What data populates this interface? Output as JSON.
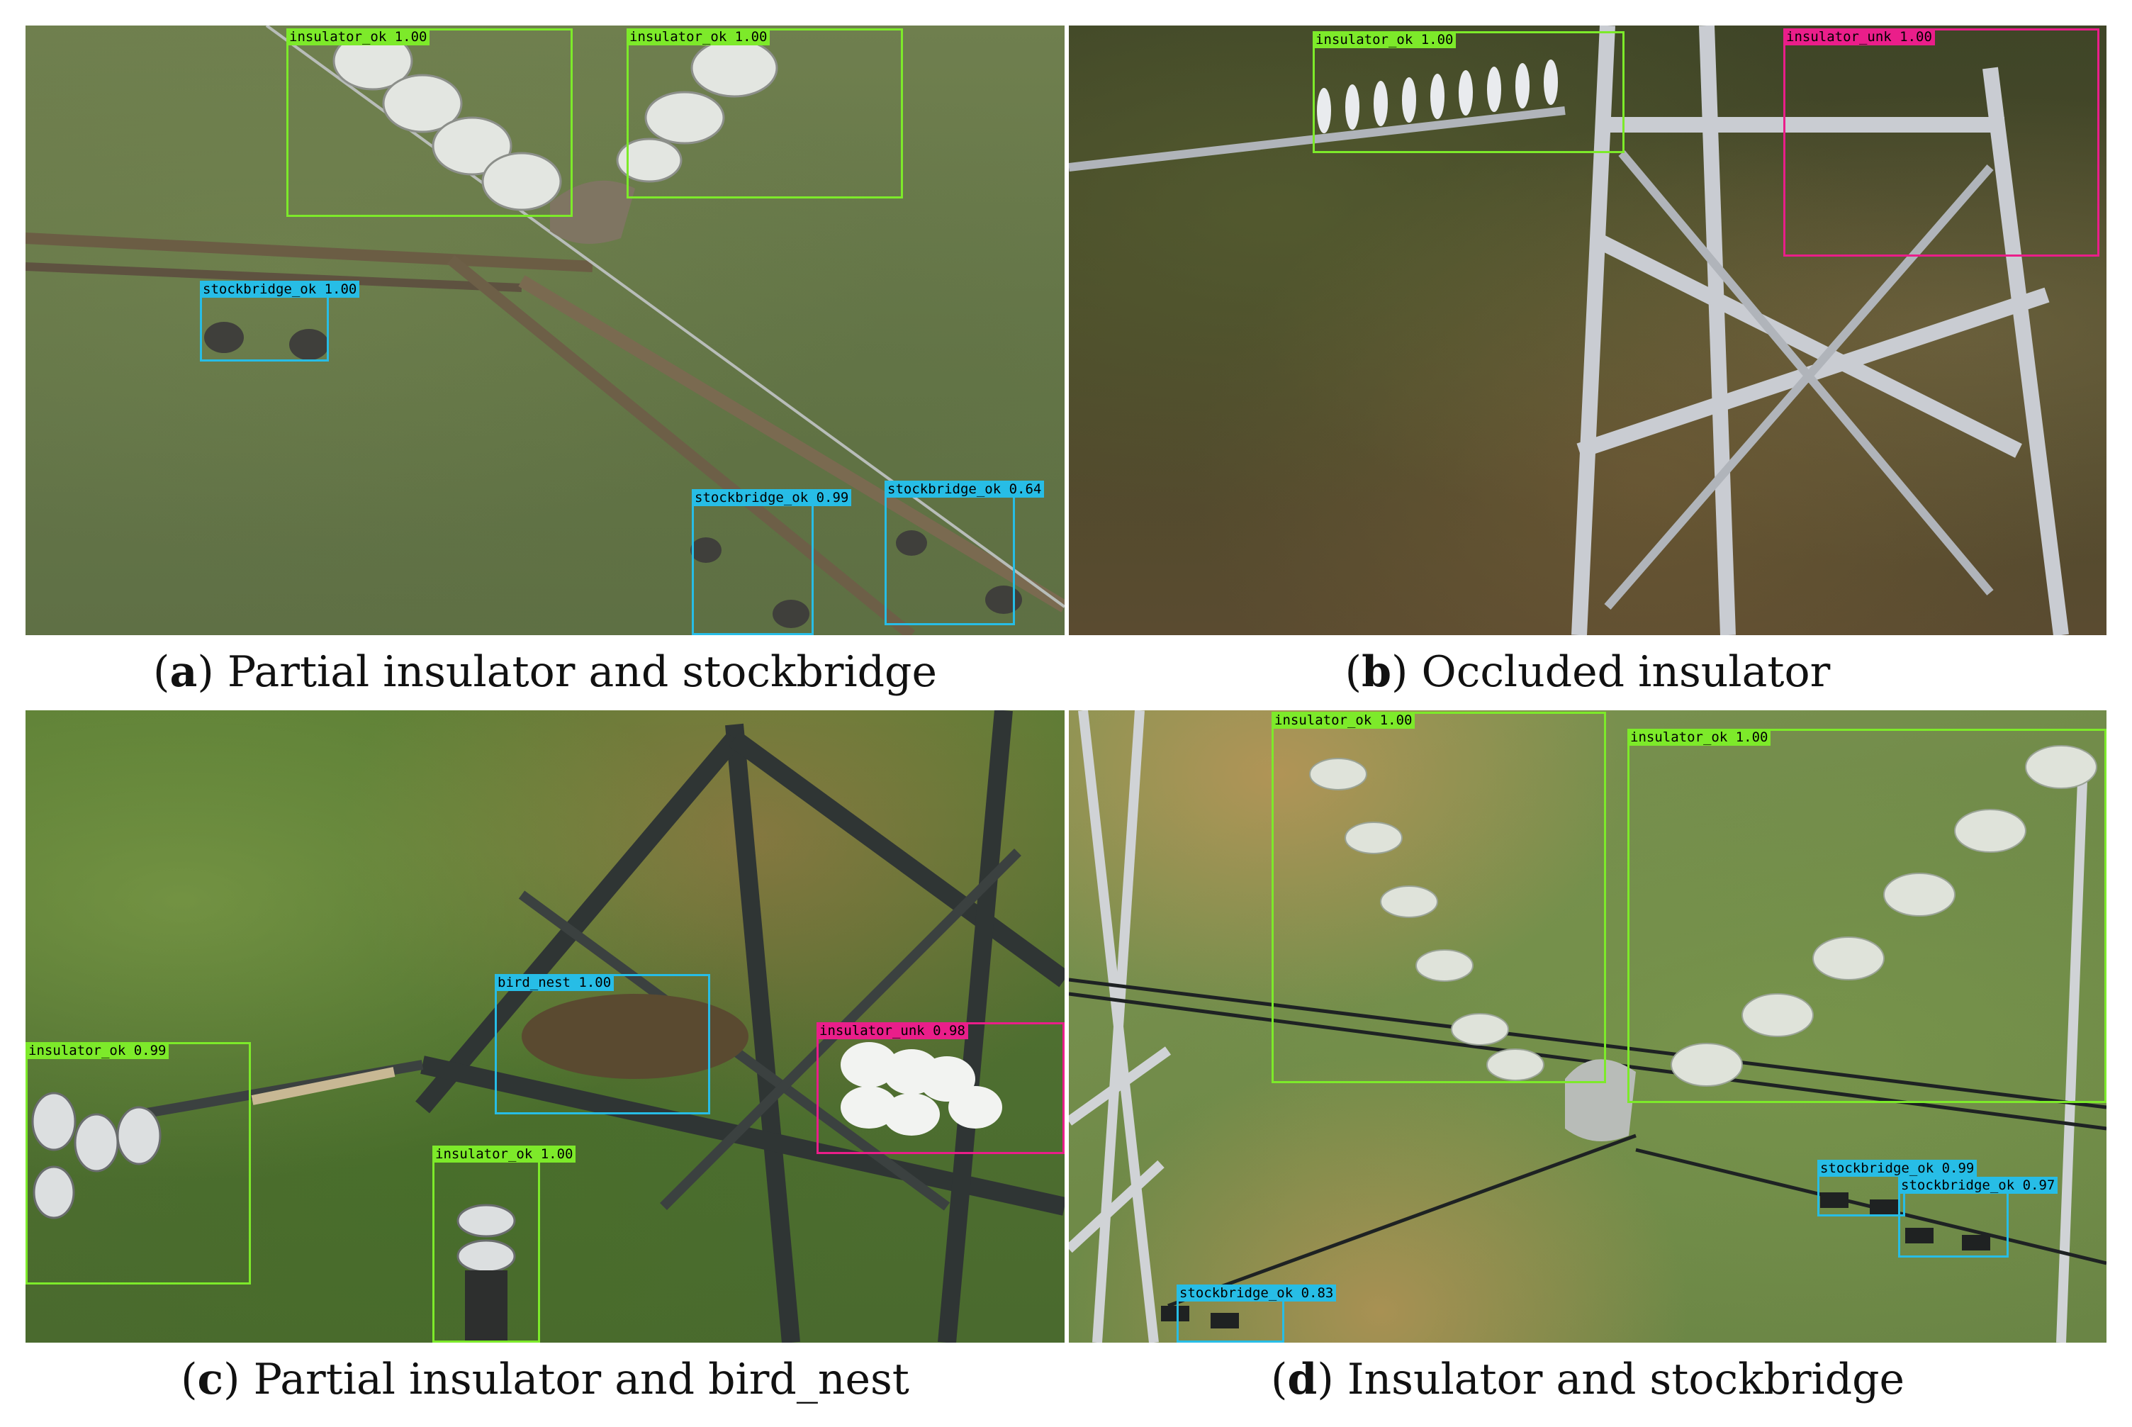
{
  "panels": {
    "a": {
      "letter": "a",
      "caption": "Partial insulator and stockbridge",
      "detections": [
        {
          "label": "insulator_ok 1.00"
        },
        {
          "label": "insulator_ok 1.00"
        },
        {
          "label": "stockbridge_ok 1.00"
        },
        {
          "label": "stockbridge_ok 0.99"
        },
        {
          "label": "stockbridge_ok 0.64"
        }
      ]
    },
    "b": {
      "letter": "b",
      "caption": "Occluded insulator",
      "detections": [
        {
          "label": "insulator_ok 1.00"
        },
        {
          "label": "insulator_unk 1.00"
        }
      ]
    },
    "c": {
      "letter": "c",
      "caption": "Partial insulator and bird_nest",
      "detections": [
        {
          "label": "bird_nest 1.00"
        },
        {
          "label": "insulator_unk 0.98"
        },
        {
          "label": "insulator_ok 0.99"
        },
        {
          "label": "insulator_ok 1.00"
        }
      ]
    },
    "d": {
      "letter": "d",
      "caption": "Insulator and stockbridge",
      "detections": [
        {
          "label": "insulator_ok 1.00"
        },
        {
          "label": "insulator_ok 1.00"
        },
        {
          "label": "stockbridge_ok 0.99"
        },
        {
          "label": "stockbridge_ok 0.97"
        },
        {
          "label": "stockbridge_ok 0.83"
        }
      ]
    }
  },
  "colors": {
    "ok_box": "#7dea2a",
    "stockbridge_box": "#27bde6",
    "unk_box": "#ea1e8a"
  }
}
